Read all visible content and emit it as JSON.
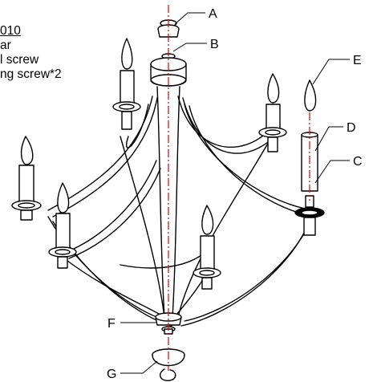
{
  "notes": {
    "title": "010",
    "lines": [
      "ar",
      "l screw",
      "ng screw*2"
    ]
  },
  "callouts": [
    {
      "id": "A",
      "label": "A"
    },
    {
      "id": "B",
      "label": "B"
    },
    {
      "id": "C",
      "label": "C"
    },
    {
      "id": "D",
      "label": "D"
    },
    {
      "id": "E",
      "label": "E"
    },
    {
      "id": "F",
      "label": "F"
    },
    {
      "id": "G",
      "label": "G"
    }
  ],
  "colors": {
    "line": "#000000",
    "axis": "#e00000",
    "fill": "#ffffff"
  }
}
